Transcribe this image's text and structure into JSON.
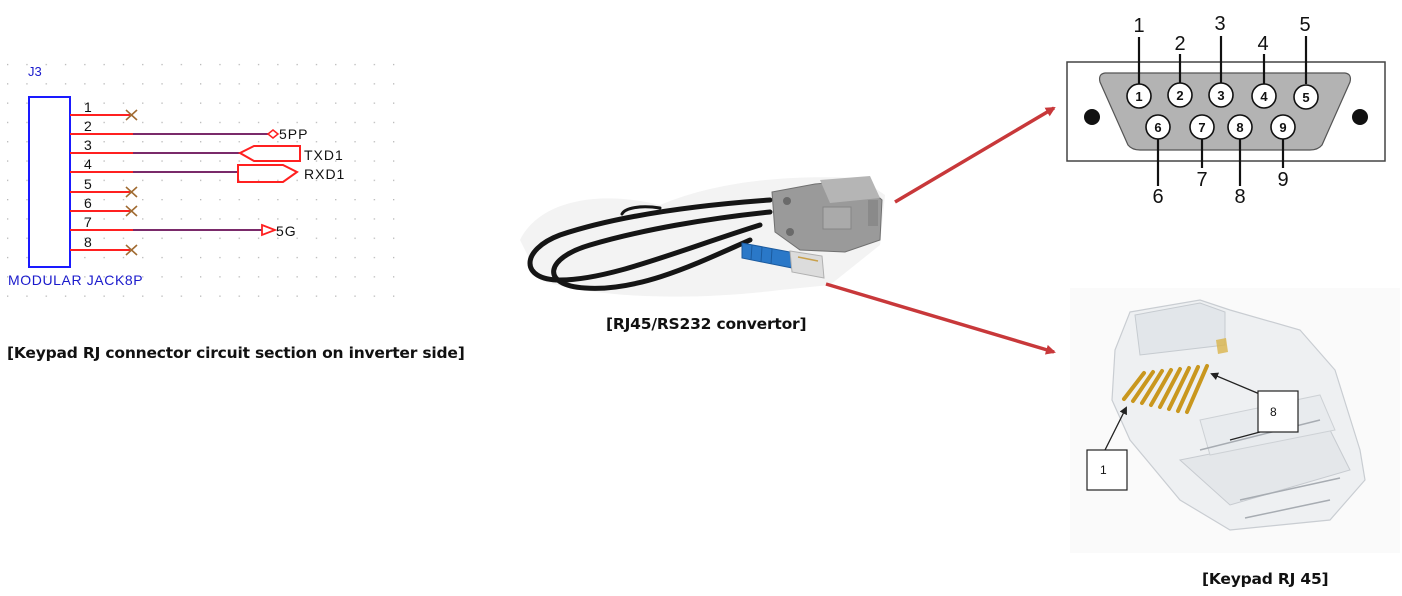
{
  "schematic": {
    "ref": "J3",
    "part_name": "MODULAR JACK8P",
    "pins": [
      {
        "num": "1",
        "net": "",
        "type": "no-connect"
      },
      {
        "num": "2",
        "net": "5PP",
        "type": "power"
      },
      {
        "num": "3",
        "net": "TXD1",
        "type": "port-in"
      },
      {
        "num": "4",
        "net": "RXD1",
        "type": "port-out"
      },
      {
        "num": "5",
        "net": "",
        "type": "no-connect"
      },
      {
        "num": "6",
        "net": "",
        "type": "no-connect"
      },
      {
        "num": "7",
        "net": "5G",
        "type": "ground"
      },
      {
        "num": "8",
        "net": "",
        "type": "no-connect"
      }
    ],
    "colors": {
      "box": "#1a1aff",
      "pin": "#ff2020",
      "wire": "#7a2a6a",
      "nc": "#a06a30",
      "text": "#111111",
      "ref": "#1a1acc"
    },
    "caption": "[Keypad RJ connector circuit section on inverter side]"
  },
  "cable": {
    "caption": "[RJ45/RS232 convertor]"
  },
  "db9": {
    "top_labels": [
      "1",
      "2",
      "3",
      "4",
      "5"
    ],
    "bottom_labels": [
      "6",
      "7",
      "8",
      "9"
    ]
  },
  "rj45": {
    "pin_label_first": "1",
    "pin_label_last": "8",
    "caption": "[Keypad RJ 45]"
  },
  "arrows": {
    "color": "#c8383a"
  }
}
